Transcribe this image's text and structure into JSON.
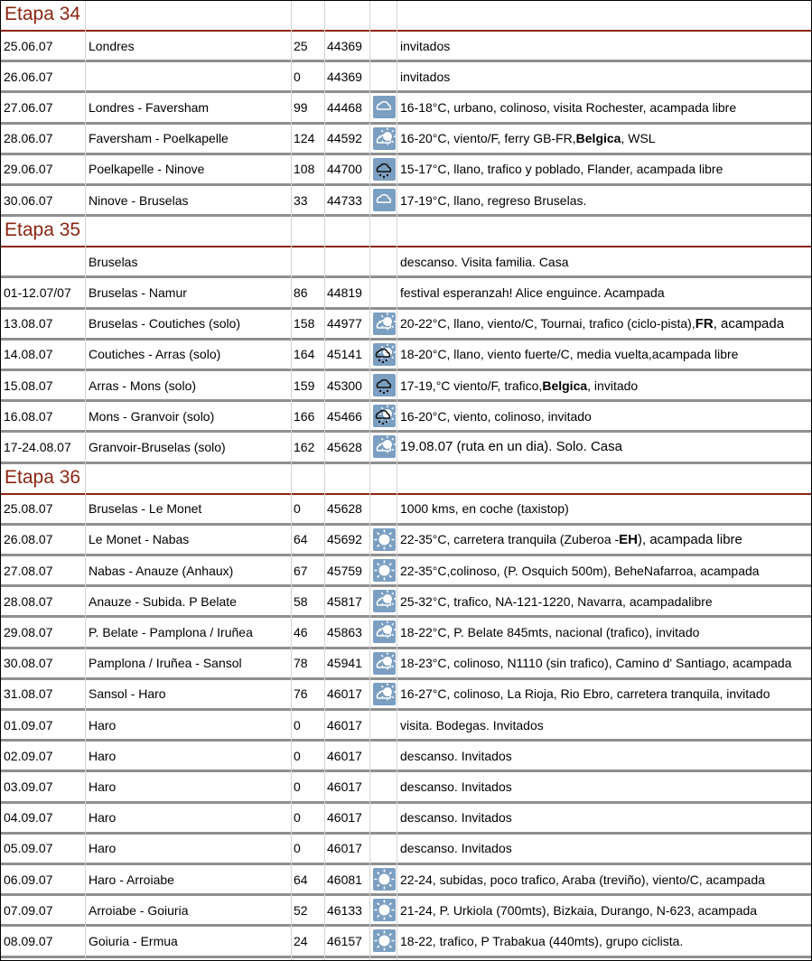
{
  "colors": {
    "stage_title": "#8b2512",
    "row_separator": "#8f8f8f",
    "icon_bg": "#7b9fc1"
  },
  "sections": [
    {
      "title": "Etapa 34",
      "rows": [
        {
          "date": "25.06.07",
          "route": "Londres",
          "km": "25",
          "total": "44369",
          "icon": "",
          "note": [
            {
              "t": "invitados"
            }
          ]
        },
        {
          "date": "26.06.07",
          "route": "",
          "km": "0",
          "total": "44369",
          "icon": "",
          "note": [
            {
              "t": "invitados"
            }
          ]
        },
        {
          "date": "27.06.07",
          "route": "Londres - Faversham",
          "km": "99",
          "total": "44468",
          "icon": "cloudy-icon",
          "note": [
            {
              "t": "16-18°C, urbano, colinoso, visita Rochester, acampada libre"
            }
          ]
        },
        {
          "date": "28.06.07",
          "route": "Faversham - Poelkapelle",
          "km": "124",
          "total": "44592",
          "icon": "partly-cloudy-icon",
          "note": [
            {
              "t": "16-20°C, viento/F, ferry GB-FR, "
            },
            {
              "t": "Belgica",
              "b": true
            },
            {
              "t": ", WSL"
            }
          ]
        },
        {
          "date": "29.06.07",
          "route": "Poelkapelle - Ninove",
          "km": "108",
          "total": "44700",
          "icon": "rain-icon",
          "note": [
            {
              "t": "15-17°C, llano, trafico y poblado, Flander, acampada libre"
            }
          ]
        },
        {
          "date": "30.06.07",
          "route": "Ninove - Bruselas",
          "km": "33",
          "total": "44733",
          "icon": "cloudy-icon",
          "note": [
            {
              "t": "17-19°C, llano, regreso Bruselas."
            }
          ]
        }
      ]
    },
    {
      "title": "Etapa 35",
      "rows": [
        {
          "date": "",
          "route": "Bruselas",
          "km": "",
          "total": "",
          "icon": "",
          "note": [
            {
              "t": "descanso. Visita familia. Casa"
            }
          ]
        },
        {
          "date": "01-12.07/07",
          "route": "Bruselas - Namur",
          "km": "86",
          "total": "44819",
          "icon": "",
          "note": [
            {
              "t": "festival esperanzah! Alice enguince. Acampada"
            }
          ]
        },
        {
          "date": "13.08.07",
          "route": "Bruselas - Coutiches (solo)",
          "km": "158",
          "total": "44977",
          "icon": "partly-cloudy-icon",
          "note": [
            {
              "t": "20-22°C, llano, viento/C, Tournai, trafico (ciclo-pista), "
            },
            {
              "t": "FR",
              "b": true,
              "big": true
            },
            {
              "t": ", acampada",
              "big": true
            }
          ]
        },
        {
          "date": "14.08.07",
          "route": "Coutiches - Arras (solo)",
          "km": "164",
          "total": "45141",
          "icon": "sun-rain-icon",
          "note": [
            {
              "t": "18-20°C, llano, viento fuerte/C, media vuelta,acampada libre"
            }
          ]
        },
        {
          "date": "15.08.07",
          "route": "Arras - Mons (solo)",
          "km": "159",
          "total": "45300",
          "icon": "rain-icon",
          "note": [
            {
              "t": "17-19,°C viento/F, trafico, "
            },
            {
              "t": "Belgica",
              "b": true
            },
            {
              "t": ", invitado"
            }
          ]
        },
        {
          "date": "16.08.07",
          "route": "Mons - Granvoir (solo)",
          "km": "166",
          "total": "45466",
          "icon": "sun-rain-icon",
          "note": [
            {
              "t": "16-20°C, viento, colinoso, invitado"
            }
          ]
        },
        {
          "date": "17-24.08.07",
          "route": "Granvoir-Bruselas (solo)",
          "km": "162",
          "total": "45628",
          "icon": "partly-cloudy-icon",
          "note": [
            {
              "t": "19.08.07 (ruta en un dia). Solo. Casa",
              "big": true
            }
          ]
        }
      ]
    },
    {
      "title": "Etapa 36",
      "rows": [
        {
          "date": "25.08.07",
          "route": "Bruselas - Le Monet",
          "km": "0",
          "total": "45628",
          "icon": "",
          "note": [
            {
              "t": "1000 kms, en coche (taxistop)"
            }
          ]
        },
        {
          "date": "26.08.07",
          "route": "Le Monet - Nabas",
          "km": "64",
          "total": "45692",
          "icon": "sun-icon",
          "note": [
            {
              "t": "22-35°C, carretera tranquila (Zuberoa - "
            },
            {
              "t": "EH",
              "b": true,
              "big": true
            },
            {
              "t": "), acampada libre",
              "big": true
            }
          ]
        },
        {
          "date": "27.08.07",
          "route": "Nabas - Anauze (Anhaux)",
          "km": "67",
          "total": "45759",
          "icon": "sun-icon",
          "note": [
            {
              "t": "22-35°C,colinoso, (P. Osquich 500m), BeheNafarroa, acampada"
            }
          ]
        },
        {
          "date": "28.08.07",
          "route": "Anauze - Subida. P Belate",
          "km": "58",
          "total": "45817",
          "icon": "partly-cloudy-icon",
          "note": [
            {
              "t": "25-32°C, trafico, NA-121-1220, Navarra, acampadalibre"
            }
          ]
        },
        {
          "date": "29.08.07",
          "route": "P. Belate - Pamplona / Iruñea",
          "km": "46",
          "total": "45863",
          "icon": "partly-cloudy-icon",
          "note": [
            {
              "t": "18-22°C, P. Belate 845mts, nacional (trafico), invitado"
            }
          ]
        },
        {
          "date": "30.08.07",
          "route": "Pamplona / Iruñea - Sansol",
          "km": "78",
          "total": "45941",
          "icon": "partly-cloudy-icon",
          "note": [
            {
              "t": "18-23°C, colinoso, N1110 (sin trafico), Camino d' Santiago, acampada"
            }
          ]
        },
        {
          "date": "31.08.07",
          "route": "Sansol - Haro",
          "km": "76",
          "total": "46017",
          "icon": "partly-cloudy-icon",
          "note": [
            {
              "t": "16-27°C, colinoso, La Rioja, Rio Ebro, carretera tranquila, invitado"
            }
          ]
        },
        {
          "date": "01.09.07",
          "route": "Haro",
          "km": "0",
          "total": "46017",
          "icon": "",
          "note": [
            {
              "t": "visita. Bodegas. Invitados"
            }
          ]
        },
        {
          "date": "02.09.07",
          "route": "Haro",
          "km": "0",
          "total": "46017",
          "icon": "",
          "note": [
            {
              "t": "descanso. Invitados"
            }
          ]
        },
        {
          "date": "03.09.07",
          "route": "Haro",
          "km": "0",
          "total": "46017",
          "icon": "",
          "note": [
            {
              "t": "descanso. Invitados"
            }
          ]
        },
        {
          "date": "04.09.07",
          "route": "Haro",
          "km": "0",
          "total": "46017",
          "icon": "",
          "note": [
            {
              "t": "descanso. Invitados"
            }
          ]
        },
        {
          "date": "05.09.07",
          "route": "Haro",
          "km": "0",
          "total": "46017",
          "icon": "",
          "note": [
            {
              "t": "descanso. Invitados"
            }
          ]
        },
        {
          "date": "06.09.07",
          "route": "Haro - Arroiabe",
          "km": "64",
          "total": "46081",
          "icon": "sun-icon",
          "note": [
            {
              "t": "22-24, subidas, poco trafico, Araba (treviño), viento/C, acampada"
            }
          ]
        },
        {
          "date": "07.09.07",
          "route": "Arroiabe - Goiuria",
          "km": "52",
          "total": "46133",
          "icon": "sun-icon",
          "note": [
            {
              "t": "21-24, P. Urkiola (700mts), Bizkaia, Durango, N-623, acampada"
            }
          ]
        },
        {
          "date": "08.09.07",
          "route": "Goiuria - Ermua",
          "km": "24",
          "total": "46157",
          "icon": "sun-icon",
          "note": [
            {
              "t": "18-22, trafico, P Trabakua (440mts), grupo ciclista."
            }
          ]
        }
      ]
    }
  ]
}
